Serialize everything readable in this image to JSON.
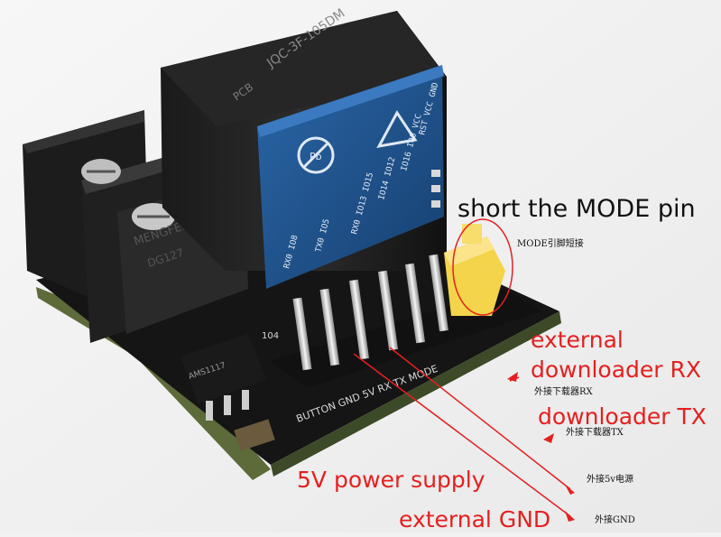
{
  "labels": {
    "mode_pin": "short the MODE pin",
    "mode_pin_cn": "MODE引脚短接",
    "rx_line1": "external",
    "rx_line2": "downloader RX",
    "rx_cn": "外接下载器RX",
    "tx": "downloader TX",
    "tx_cn": "外接下载器TX",
    "power": "5V power supply",
    "power_cn": "外接5v电源",
    "gnd": "external GND",
    "gnd_cn": "外接GND"
  },
  "board_text": {
    "relay_model": "JQC-3F-105DM",
    "relay_code": "PCB",
    "terminal_brand": "MENGFEI",
    "terminal_model": "DG127",
    "reg_chip": "AMS1117",
    "pb_mark": "Pb",
    "module_pins_1": "RST VCC GND",
    "module_pins_2": "IO16 IO0 VCC",
    "module_pins_3": "IO14 IO12",
    "module_pins_4": "RX0 IO13 IO15",
    "module_pins_5": "TX0 IO5",
    "module_pins_6": "RX0 IO8",
    "header_label": "BUTTON GND 5V RX TX MODE",
    "cap_label": "104"
  },
  "colors": {
    "annotation_red": "#e5201f",
    "pcb_black": "#141414",
    "module_blue": "#1d4f86",
    "jumper_yellow": "#f3d44a"
  }
}
